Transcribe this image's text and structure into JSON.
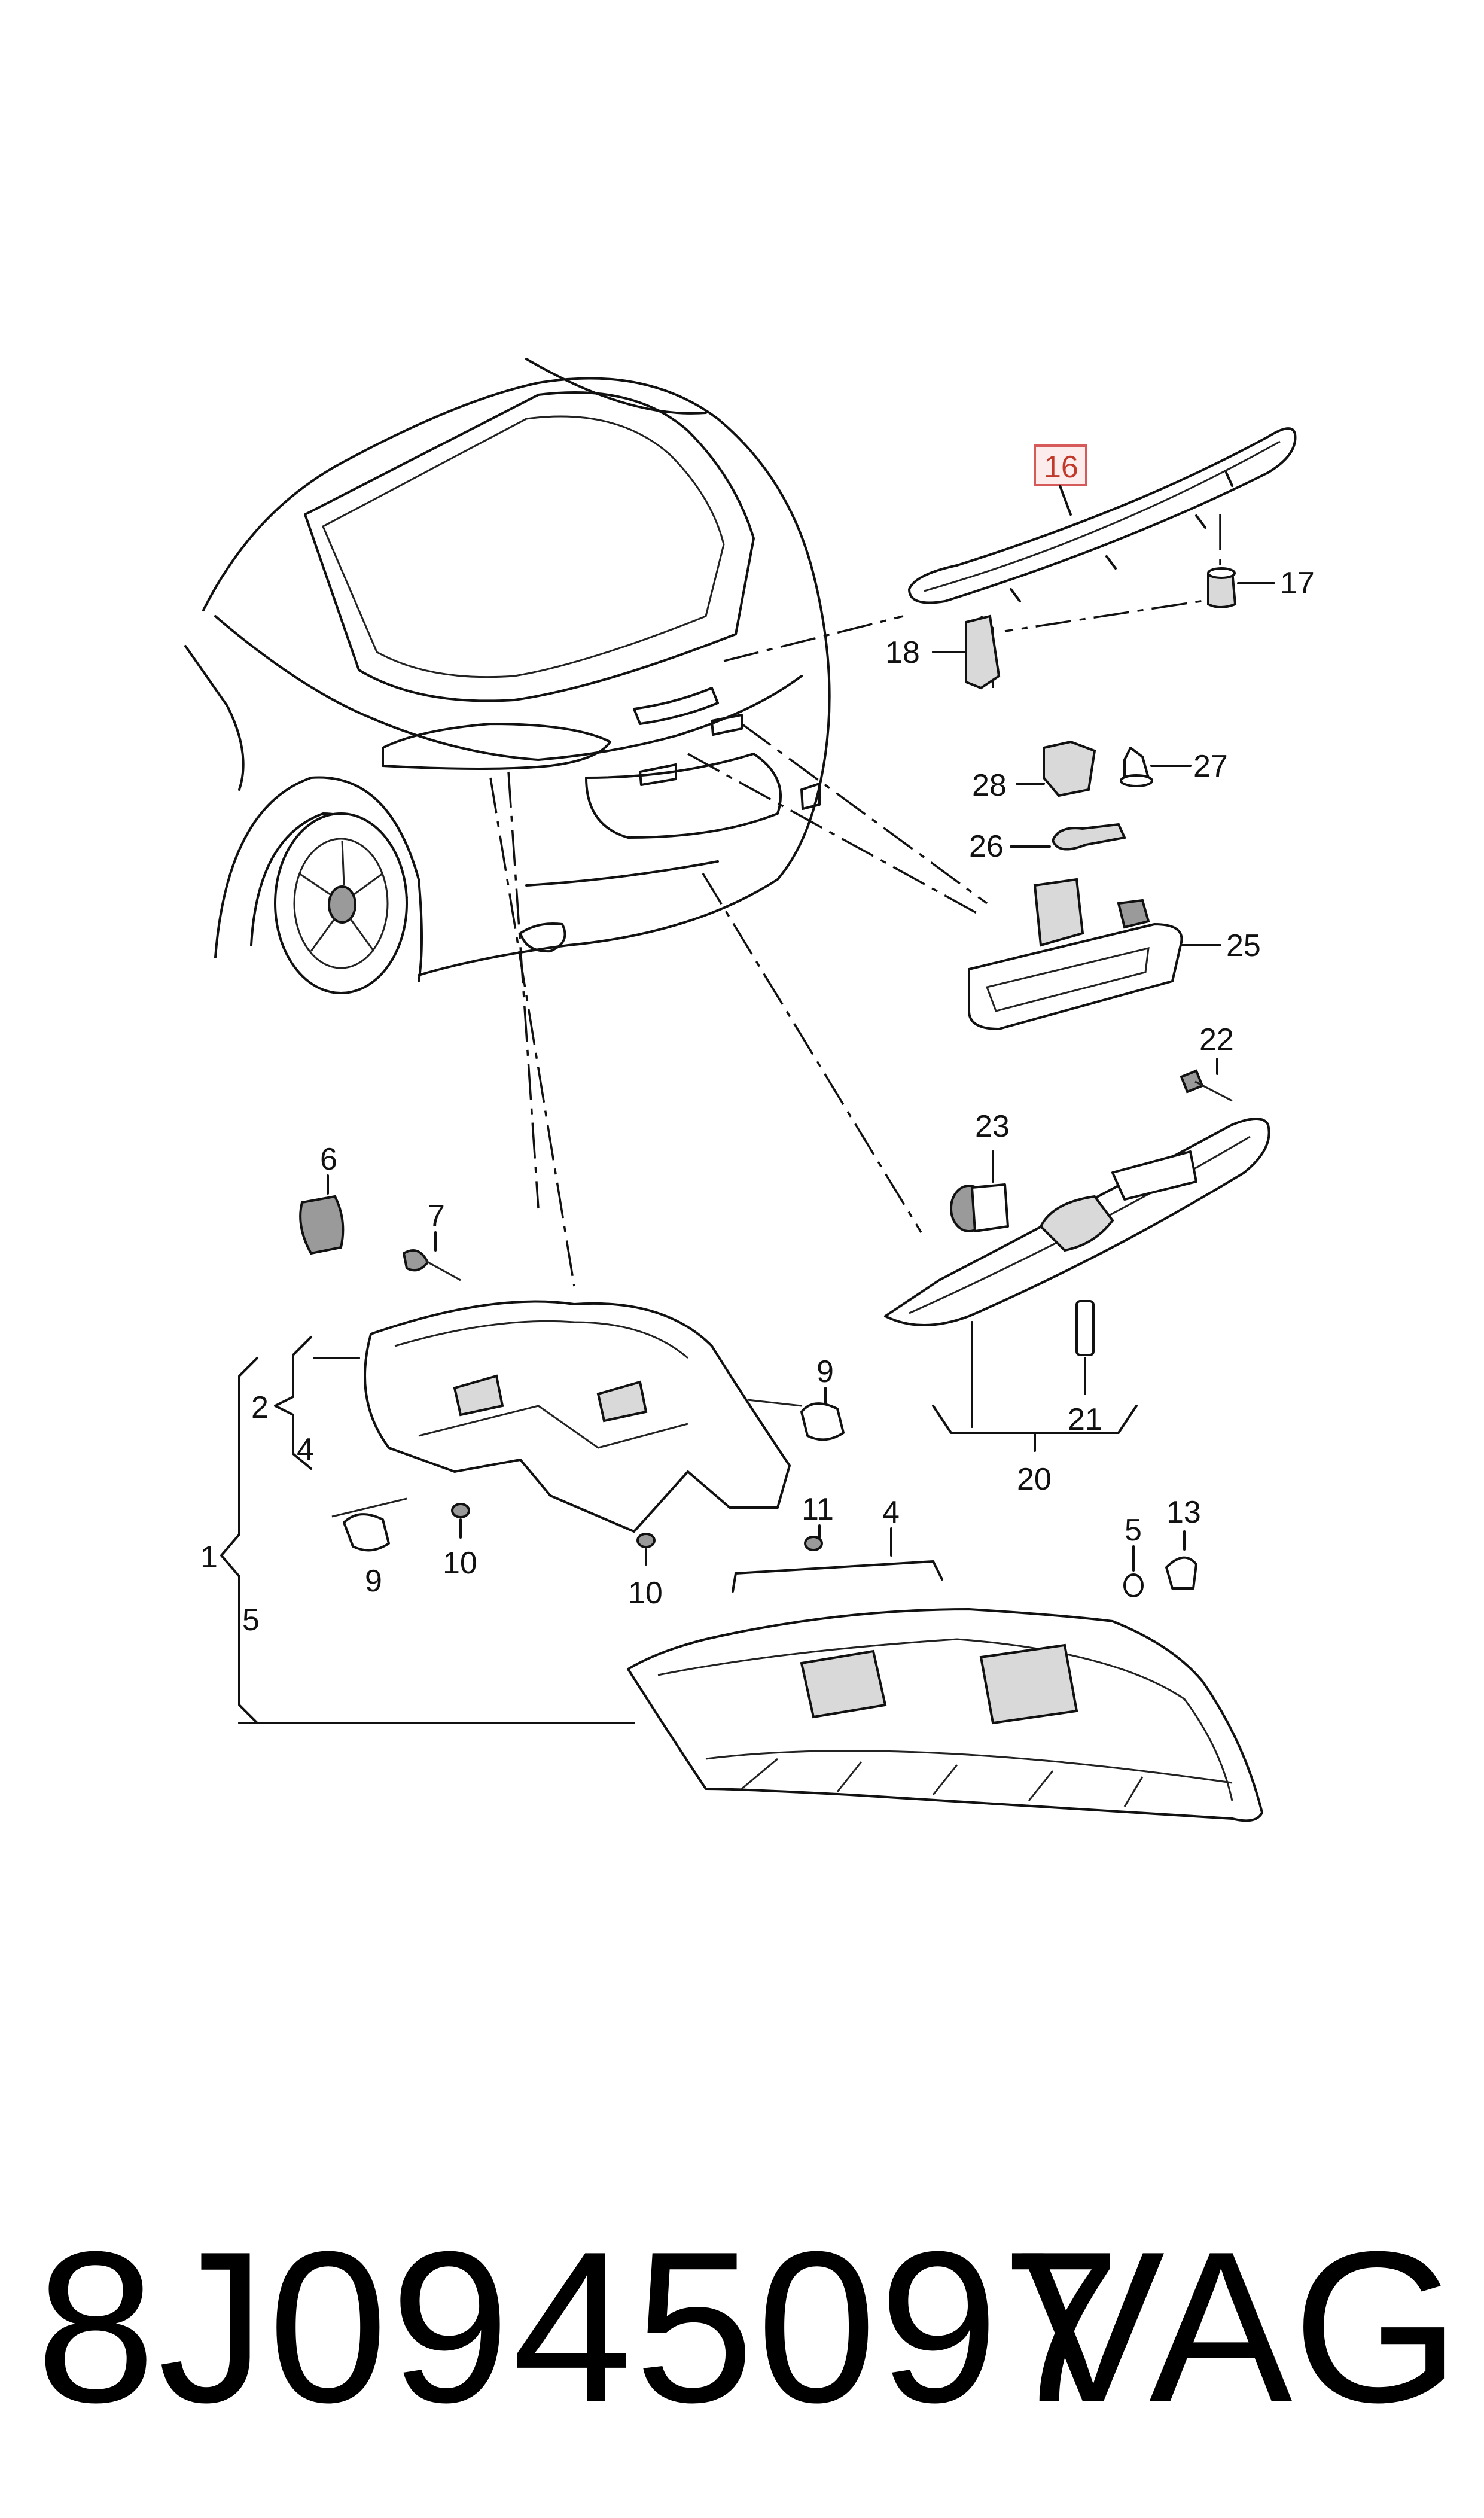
{
  "diagram": {
    "labels": {
      "1": "1",
      "2": "2",
      "4a": "4",
      "4b": "4",
      "5a": "5",
      "5b": "5",
      "6": "6",
      "7": "7",
      "9a": "9",
      "9b": "9",
      "10a": "10",
      "10b": "10",
      "11": "11",
      "13": "13",
      "16": "16",
      "17": "17",
      "18": "18",
      "20": "20",
      "21": "21",
      "22": "22",
      "23": "23",
      "25": "25",
      "26": "26",
      "27": "27",
      "28": "28"
    },
    "highlighted_label": "16",
    "highlight_color": "#d65a5a"
  },
  "footer": {
    "part_number": "8J0945097",
    "brand": "VAG"
  }
}
